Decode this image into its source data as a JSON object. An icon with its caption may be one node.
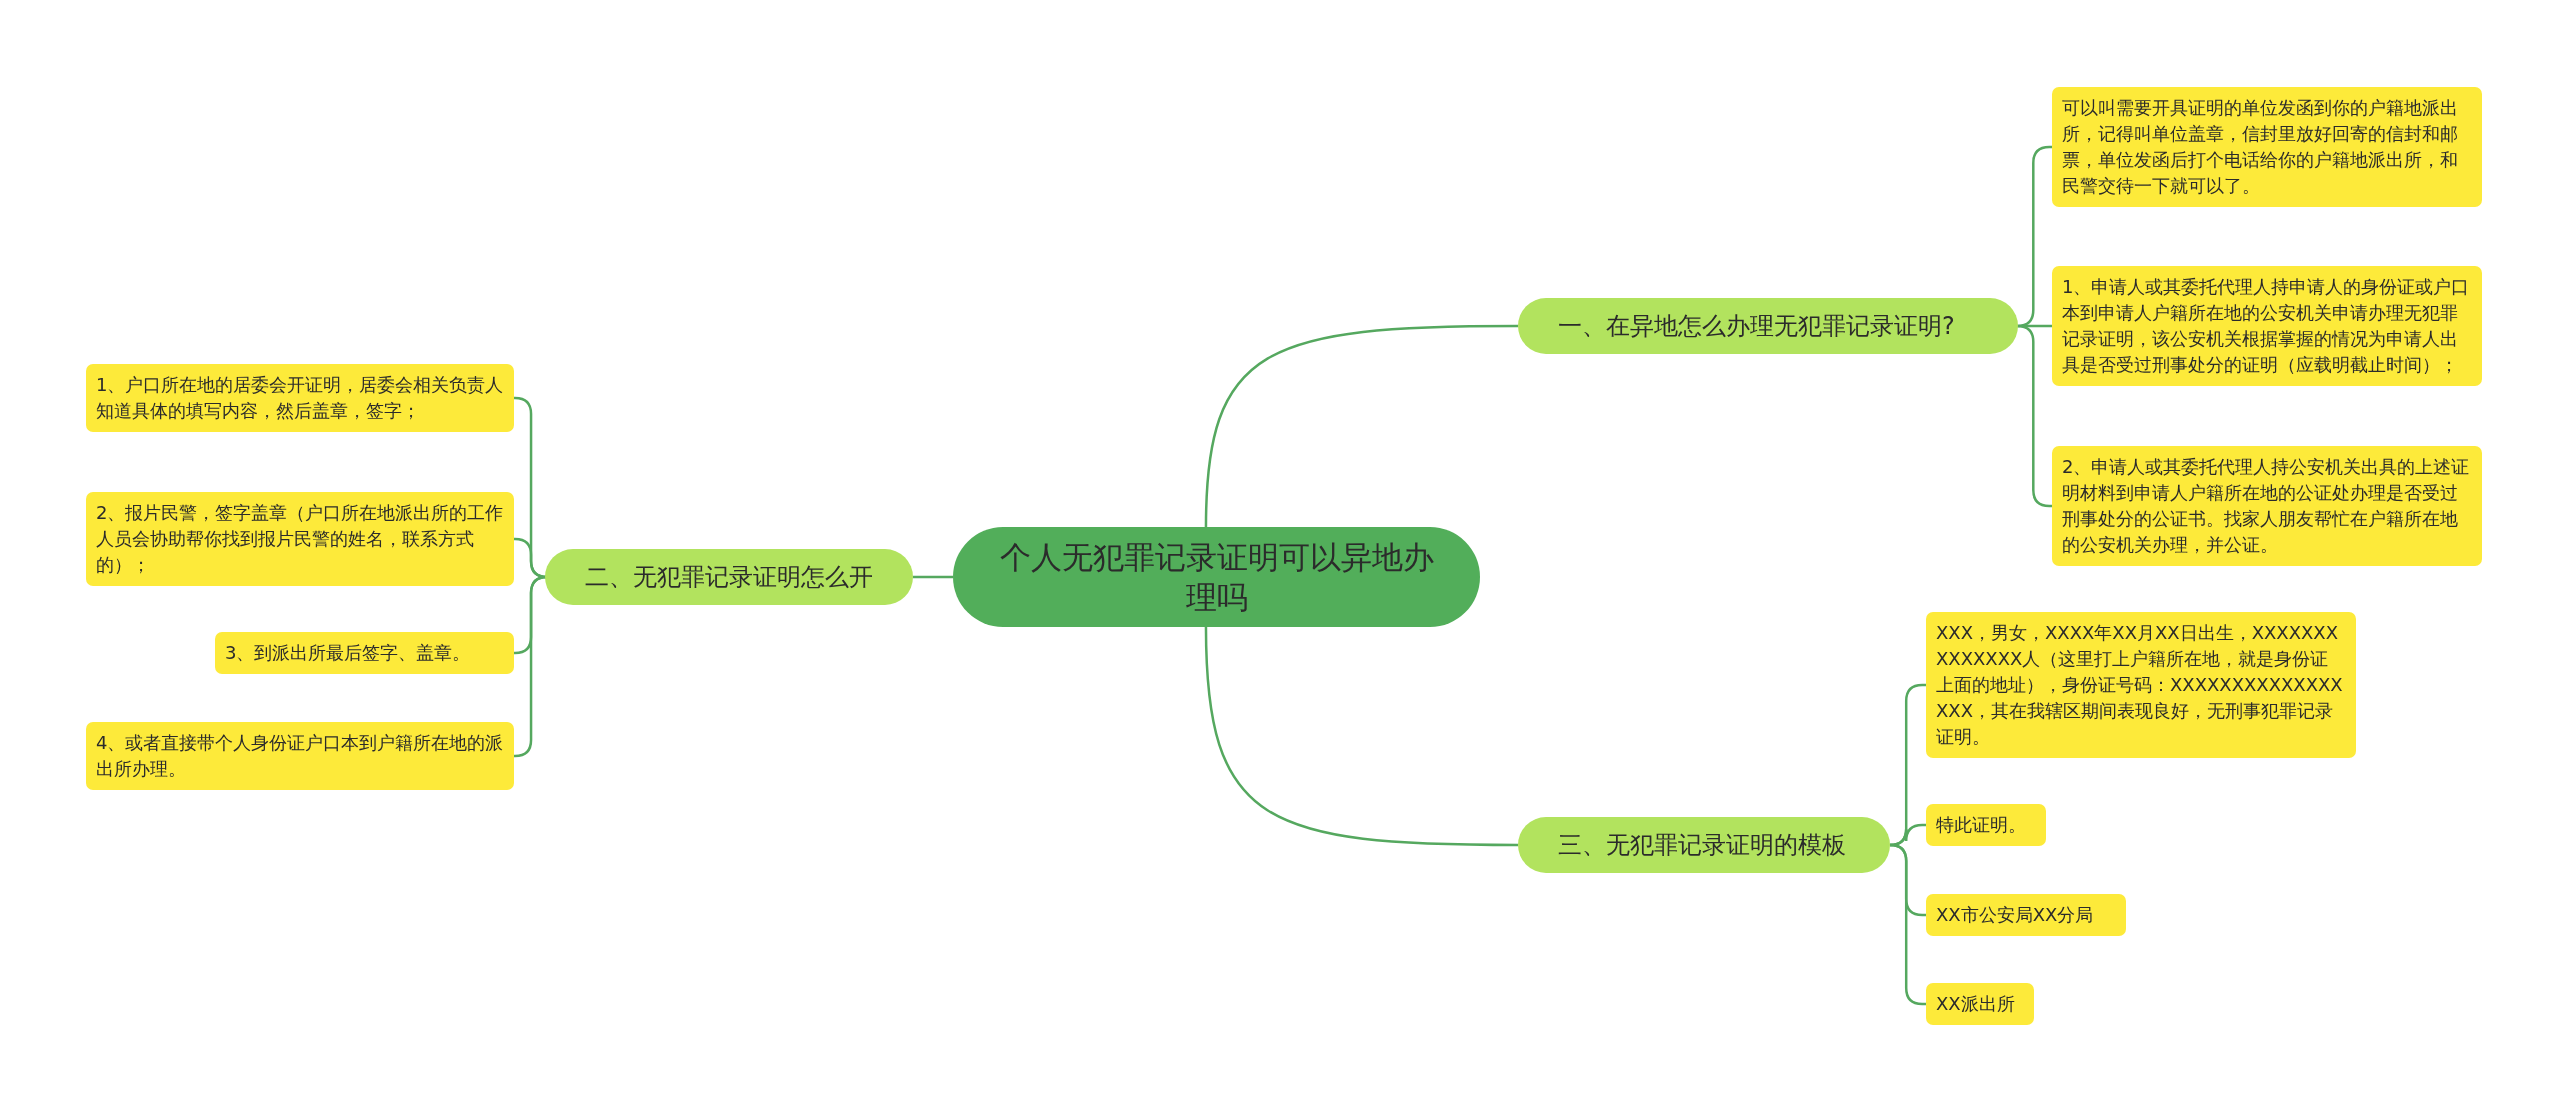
{
  "diagram": {
    "nodes": [
      {
        "text": [
          "个人无犯罪记录证明可以异地办理吗"
        ]
      },
      {
        "text": [
          "一、在异地怎么办理无犯罪记录证明?"
        ]
      },
      {
        "text": [
          "可以叫需要开具证明的单位发函到你的户籍地派出所，记得叫单位盖章，信封里放好回寄的信封和邮票，单位发函后打个电话给你的户籍地派出所，和民警交待一下就可以了。"
        ]
      },
      {
        "text": [
          "1、申请人或其委托代理人持申请人的身份证或户口本到申请人户籍所在地的公安机关申请办理无犯罪记录证明，该公安机关根据掌握的情况为申请人出具是否受过刑事处分的证明（应载明截止时间）；"
        ]
      },
      {
        "text": [
          "2、申请人或其委托代理人持公安机关出具的上述证明材料到申请人户籍所在地的公证处办理是否受过刑事处分的公证书。找家人朋友帮忙在户籍所在地的公安机关办理，并公证。"
        ]
      },
      {
        "text": [
          "二、无犯罪记录证明怎么开"
        ]
      },
      {
        "text": [
          "1、户口所在地的居委会开证明，居委会相关负责人知道具体的填写内容，然后盖章，签字；"
        ]
      },
      {
        "text": [
          "2、报片民警，签字盖章（户口所在地派出所的工作人员会协助帮你找到报片民警的姓名，联系方式的）；"
        ]
      },
      {
        "text": [
          "3、到派出所最后签字、盖章。"
        ]
      },
      {
        "text": [
          "4、或者直接带个人身份证户口本到户籍所在地的派出所办理。"
        ]
      },
      {
        "text": [
          "三、无犯罪记录证明的模板"
        ]
      },
      {
        "text": [
          "XXX，男女，XXXX年XX月XX日出生，XXXXXXXXXXXXXX人（这里打上户籍所在地，就是身份证上面的地址），身份证号码：XXXXXXXXXXXXXXXXX，其在我辖区期间表现良好，无刑事犯罪记录证明。"
        ]
      },
      {
        "text": [
          "特此证明。"
        ]
      },
      {
        "text": [
          "XX市公安局XX分局"
        ]
      },
      {
        "text": [
          "XX派出所"
        ]
      }
    ],
    "edges": [
      {
        "from": 0,
        "to": 1,
        "arrow": "none"
      },
      {
        "from": 1,
        "to": 2,
        "arrow": "none"
      },
      {
        "from": 1,
        "to": 3,
        "arrow": "none"
      },
      {
        "from": 1,
        "to": 4,
        "arrow": "none"
      },
      {
        "from": 0,
        "to": 5,
        "arrow": "none"
      },
      {
        "from": 5,
        "to": 6,
        "arrow": "none"
      },
      {
        "from": 5,
        "to": 7,
        "arrow": "none"
      },
      {
        "from": 5,
        "to": 8,
        "arrow": "none"
      },
      {
        "from": 5,
        "to": 9,
        "arrow": "none"
      },
      {
        "from": 0,
        "to": 10,
        "arrow": "none"
      },
      {
        "from": 10,
        "to": 11,
        "arrow": "none"
      },
      {
        "from": 10,
        "to": 12,
        "arrow": "none"
      },
      {
        "from": 10,
        "to": 13,
        "arrow": "none"
      },
      {
        "from": 10,
        "to": 14,
        "arrow": "none"
      }
    ]
  }
}
